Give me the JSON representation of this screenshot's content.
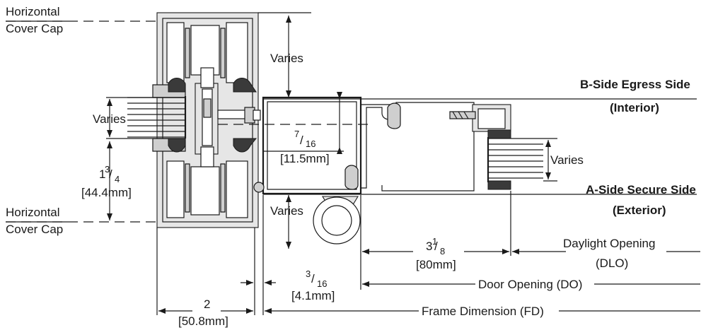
{
  "labels": {
    "top_cover_cap_line1": "Horizontal",
    "top_cover_cap_line2": "Cover Cap",
    "bottom_cover_cap_line1": "Horizontal",
    "bottom_cover_cap_line2": "Cover Cap",
    "b_side_line1": "B-Side Egress Side",
    "b_side_line2": "(Interior)",
    "a_side_line1": "A-Side Secure Side",
    "a_side_line2": "(Exterior)",
    "varies_top": "Varies",
    "varies_left": "Varies",
    "varies_bottom": "Varies",
    "varies_right": "Varies"
  },
  "dimensions": {
    "d_7_16_num": "7",
    "d_7_16_den": "16",
    "d_7_16_mm": "[11.5mm]",
    "d_1_3_4_whole": "1",
    "d_1_3_4_num": "3",
    "d_1_3_4_den": "4",
    "d_1_3_4_mm": "[44.4mm]",
    "d_3_1_8_whole": "3",
    "d_3_1_8_num": "1",
    "d_3_1_8_den": "8",
    "d_3_1_8_mm": "[80mm]",
    "d_3_16_num": "3",
    "d_3_16_den": "16",
    "d_3_16_mm": "[4.1mm]",
    "d_2_whole": "2",
    "d_2_mm": "[50.8mm]",
    "dlo_line1": "Daylight  Opening",
    "dlo_line2": "(DLO)",
    "door_opening": "Door Opening (DO)",
    "frame_dimension": "Frame Dimension (FD)"
  }
}
